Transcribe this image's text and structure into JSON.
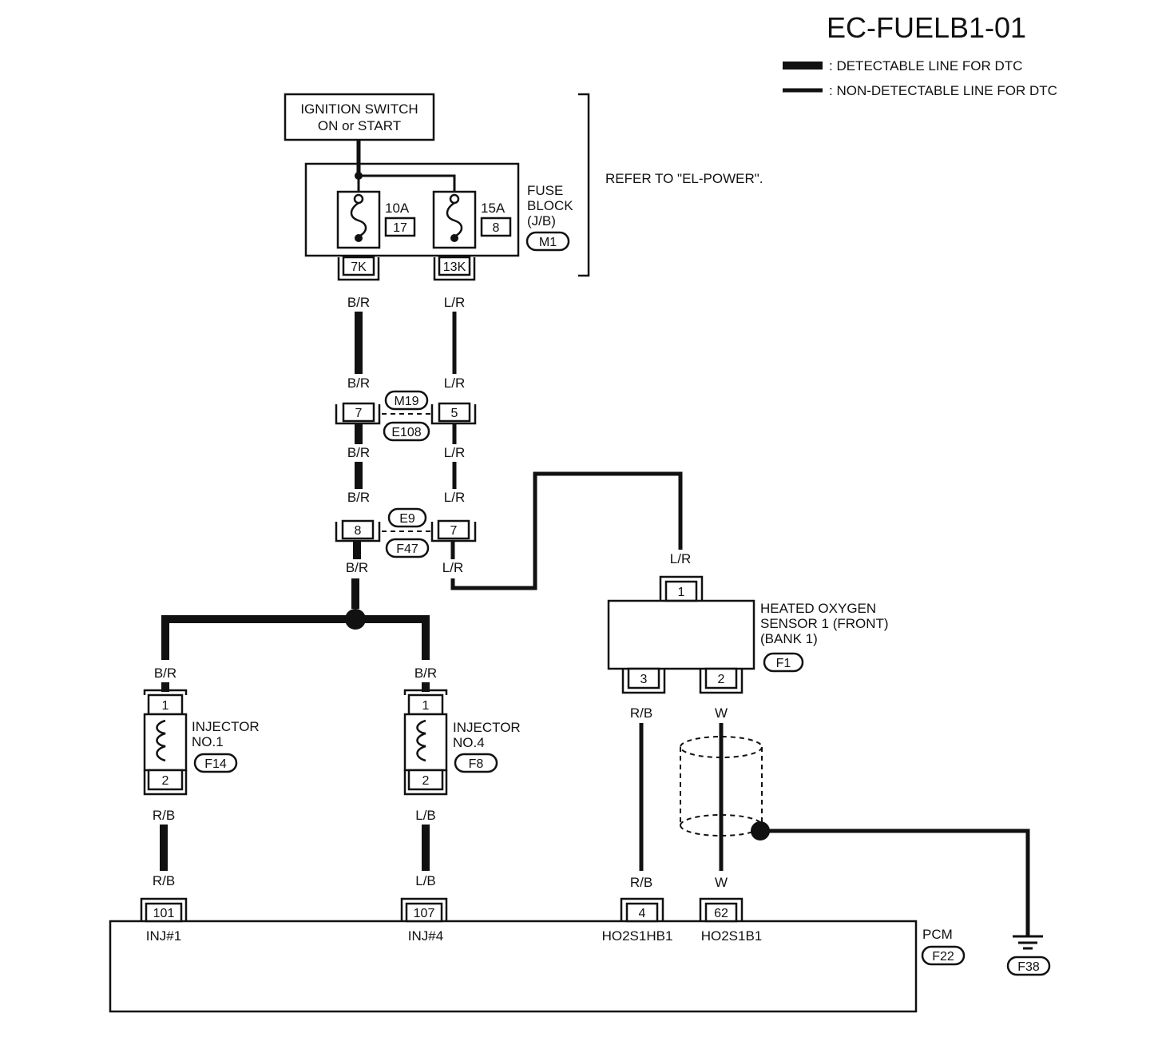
{
  "diagram": {
    "title": "EC-FUELB1-01",
    "legend": {
      "detectable": ": DETECTABLE LINE FOR DTC",
      "non_detectable": ": NON-DETECTABLE LINE FOR DTC"
    },
    "ignition_switch": {
      "line1": "IGNITION SWITCH",
      "line2": "ON or START"
    },
    "fuse_block": {
      "line1": "FUSE",
      "line2": "BLOCK",
      "line3": "(J/B)",
      "connector": "M1",
      "refer_note": "REFER TO \"EL-POWER\".",
      "fuse_left": {
        "rating": "10A",
        "number": "17",
        "terminal": "7K"
      },
      "fuse_right": {
        "rating": "15A",
        "number": "8",
        "terminal": "13K"
      }
    },
    "wires": {
      "br": "B/R",
      "lr": "L/R",
      "rb": "R/B",
      "lb": "L/B",
      "w": "W"
    },
    "joint_1": {
      "top": "M19",
      "bottom": "E108",
      "pin_left": "7",
      "pin_right": "5"
    },
    "joint_2": {
      "top": "E9",
      "bottom": "F47",
      "pin_left": "8",
      "pin_right": "7"
    },
    "injector_1": {
      "line1": "INJECTOR",
      "line2": "NO.1",
      "connector": "F14",
      "pin_top": "1",
      "pin_bottom": "2"
    },
    "injector_4": {
      "line1": "INJECTOR",
      "line2": "NO.4",
      "connector": "F8",
      "pin_top": "1",
      "pin_bottom": "2"
    },
    "o2_sensor": {
      "line1": "HEATED OXYGEN",
      "line2": "SENSOR 1 (FRONT)",
      "line3": "(BANK 1)",
      "connector": "F1",
      "pin_top": "1",
      "pin_left": "3",
      "pin_right": "2"
    },
    "pcm": {
      "label": "PCM",
      "connector": "F22",
      "terminals": [
        {
          "pin": "101",
          "name": "INJ#1"
        },
        {
          "pin": "107",
          "name": "INJ#4"
        },
        {
          "pin": "4",
          "name": "HO2S1HB1"
        },
        {
          "pin": "62",
          "name": "HO2S1B1"
        }
      ]
    },
    "ground": {
      "connector": "F38"
    }
  }
}
